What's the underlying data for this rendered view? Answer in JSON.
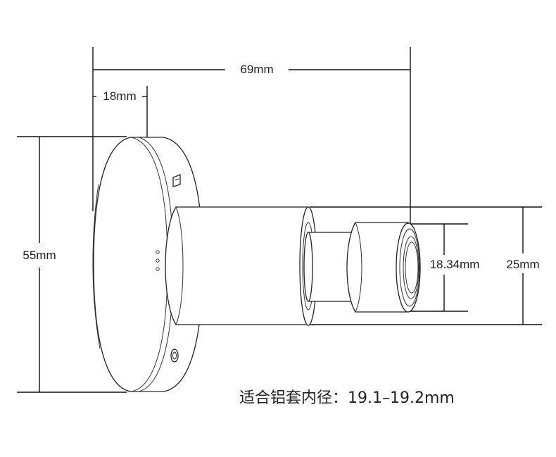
{
  "dimensions": {
    "overall_length": "69mm",
    "flange_depth": "18mm",
    "flange_diameter": "55mm",
    "inner_diameter": "18.34mm",
    "outer_diameter": "25mm"
  },
  "note": "适合铝套内径：19.1–19.2mm"
}
